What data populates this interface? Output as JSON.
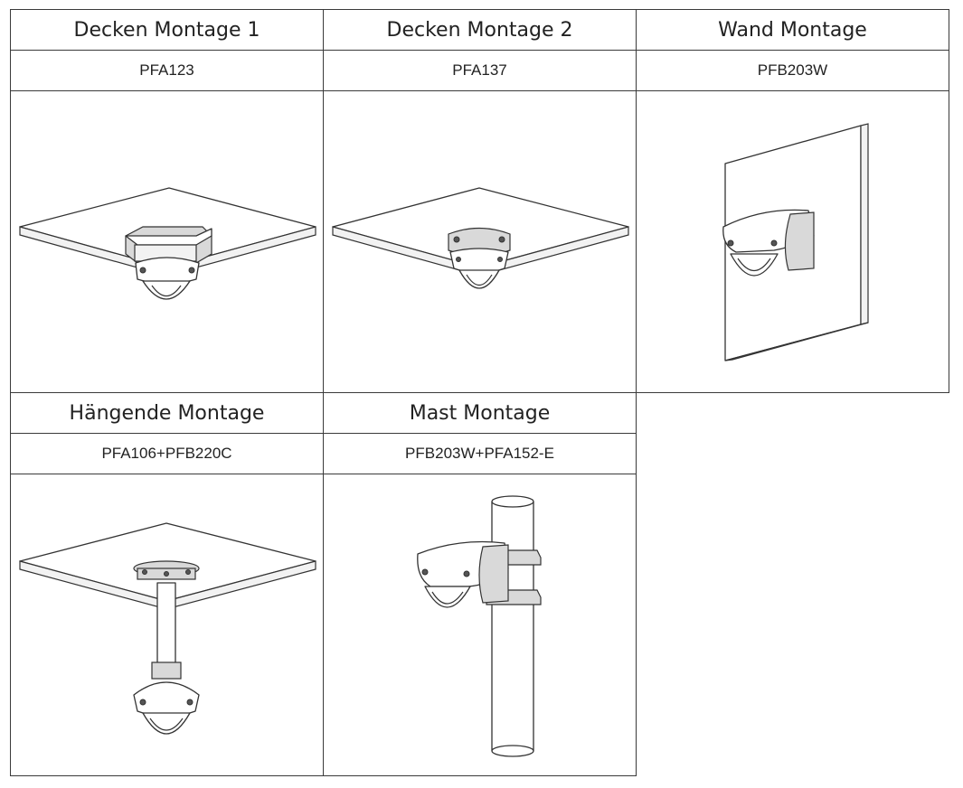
{
  "mounts": [
    {
      "title": "Decken Montage 1",
      "code": "PFA123",
      "icon": "ceiling-mount-camera"
    },
    {
      "title": "Decken Montage 2",
      "code": "PFA137",
      "icon": "ceiling-mount-camera-small"
    },
    {
      "title": "Wand Montage",
      "code": "PFB203W",
      "icon": "wall-mount-camera"
    },
    {
      "title": "Hängende Montage",
      "code": "PFA106+PFB220C",
      "icon": "pendant-mount-camera"
    },
    {
      "title": "Mast Montage",
      "code": "PFB203W+PFA152-E",
      "icon": "pole-mount-camera"
    }
  ]
}
